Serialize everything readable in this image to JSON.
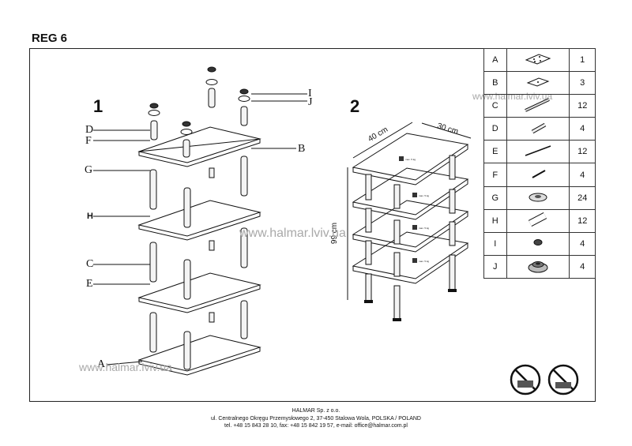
{
  "title": "REG 6",
  "steps": {
    "step1": "1",
    "step2": "2"
  },
  "callouts": {
    "D": "D",
    "F": "F",
    "G": "G",
    "H": "H",
    "C": "C",
    "E": "E",
    "I": "I",
    "J": "J",
    "B": "B",
    "A": "A"
  },
  "dimensions": {
    "width": "40 cm",
    "depth": "30 cm",
    "height": "99 cm"
  },
  "load_label": "max. 5 kg",
  "watermark": "www.halmar.lviv.ua",
  "parts": [
    {
      "letter": "A",
      "icon": "glass-shelf-large-icon",
      "qty": "1"
    },
    {
      "letter": "B",
      "icon": "glass-shelf-small-icon",
      "qty": "3"
    },
    {
      "letter": "C",
      "icon": "long-tube-icon",
      "qty": "12"
    },
    {
      "letter": "D",
      "icon": "short-tube-icon",
      "qty": "4"
    },
    {
      "letter": "E",
      "icon": "long-rod-icon",
      "qty": "12"
    },
    {
      "letter": "F",
      "icon": "short-rod-icon",
      "qty": "4"
    },
    {
      "letter": "G",
      "icon": "washer-icon",
      "qty": "24"
    },
    {
      "letter": "H",
      "icon": "connector-tube-icon",
      "qty": "12"
    },
    {
      "letter": "I",
      "icon": "nut-icon",
      "qty": "4"
    },
    {
      "letter": "J",
      "icon": "foot-icon",
      "qty": "4"
    }
  ],
  "footer": {
    "company": "HALMAR Sp. z o.o.",
    "address": "ul. Centralnego Okręgu Przemysłowego 2, 37-450 Stalowa Wola, POLSKA / POLAND",
    "contact": "tel. +48 15 843 28 10, fax: +48 15 842 19 57, e-mail: office@halmar.com.pl"
  },
  "warning_icons": [
    "no-climbing-icon",
    "no-standing-icon"
  ]
}
